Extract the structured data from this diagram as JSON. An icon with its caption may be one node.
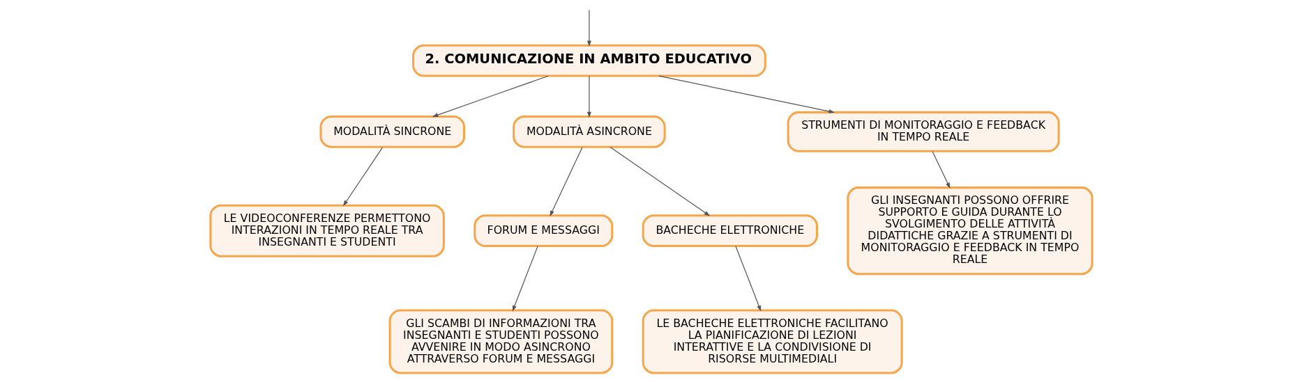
{
  "diagram": {
    "nodes": [
      {
        "text": [
          "2. COMUNICAZIONE IN AMBITO EDUCATIVO"
        ]
      },
      {
        "text": [
          "MODALITÀ SINCRONE"
        ]
      },
      {
        "text": [
          "MODALITÀ ASINCRONE"
        ]
      },
      {
        "text": [
          "STRUMENTI DI MONITORAGGIO E FEEDBACK IN TEMPO REALE"
        ]
      },
      {
        "text": [
          "LE VIDEOCONFERENZE PERMETTONO INTERAZIONI IN TEMPO REALE TRA INSEGNANTI E STUDENTI"
        ]
      },
      {
        "text": [
          "FORUM E MESSAGGI"
        ]
      },
      {
        "text": [
          "BACHECHE ELETTRONICHE"
        ]
      },
      {
        "text": [
          "GLI INSEGNANTI POSSONO OFFRIRE SUPPORTO E GUIDA DURANTE LO SVOLGIMENTO DELLE ATTIVITÀ DIDATTICHE GRAZIE A STRUMENTI DI MONITORAGGIO E FEEDBACK IN TEMPO REALE"
        ]
      },
      {
        "text": [
          "GLI SCAMBI DI INFORMAZIONI TRA INSEGNANTI E STUDENTI POSSONO AVVENIRE IN MODO ASINCRONO ATTRAVERSO FORUM E MESSAGGI"
        ]
      },
      {
        "text": [
          "LE BACHECHE ELETTRONICHE FACILITANO LA PIANIFICAZIONE DI LEZIONI INTERATTIVE E LA CONDIVISIONE DI RISORSE MULTIMEDIALI"
        ]
      }
    ],
    "edges": [
      {
        "from": null,
        "to": 0,
        "arrow": "to"
      },
      {
        "from": 0,
        "to": 1,
        "arrow": "to"
      },
      {
        "from": 0,
        "to": 2,
        "arrow": "to"
      },
      {
        "from": 0,
        "to": 3,
        "arrow": "to"
      },
      {
        "from": 1,
        "to": 4,
        "arrow": "to"
      },
      {
        "from": 2,
        "to": 5,
        "arrow": "to"
      },
      {
        "from": 2,
        "to": 6,
        "arrow": "to"
      },
      {
        "from": 3,
        "to": 7,
        "arrow": "to"
      },
      {
        "from": 5,
        "to": 8,
        "arrow": "to"
      },
      {
        "from": 6,
        "to": 9,
        "arrow": "to"
      }
    ]
  }
}
